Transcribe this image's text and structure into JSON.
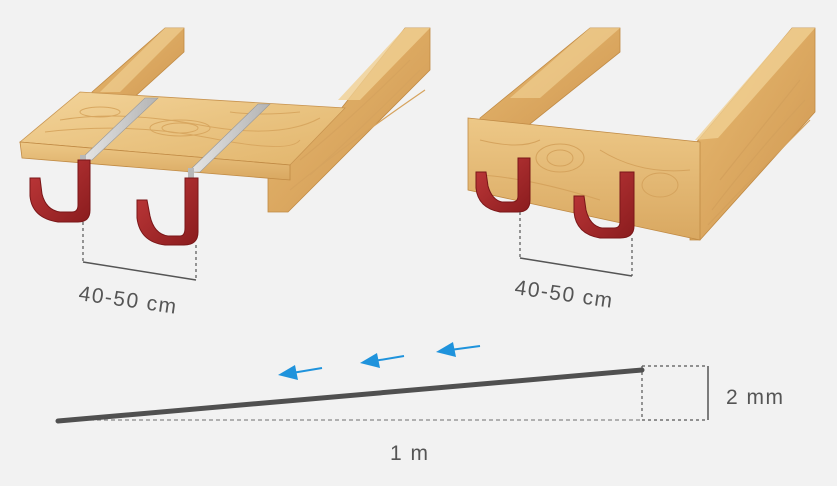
{
  "left_figure": {
    "spacing_label": "40-50 cm"
  },
  "right_figure": {
    "spacing_label": "40-50 cm"
  },
  "slope_figure": {
    "rise_label": "2 mm",
    "run_label": "1 m",
    "flow_arrow_count": 3
  },
  "colors": {
    "background": "#f2f2f2",
    "wood_light": "#eecb8c",
    "wood_mid": "#e0ad67",
    "wood_dark": "#c98d45",
    "hook": "#a3282a",
    "hook_dark": "#7a1618",
    "strap": "#c8c8c8",
    "arrow": "#1f93dc",
    "dim_line": "#555555",
    "gutter_line": "#505050"
  }
}
